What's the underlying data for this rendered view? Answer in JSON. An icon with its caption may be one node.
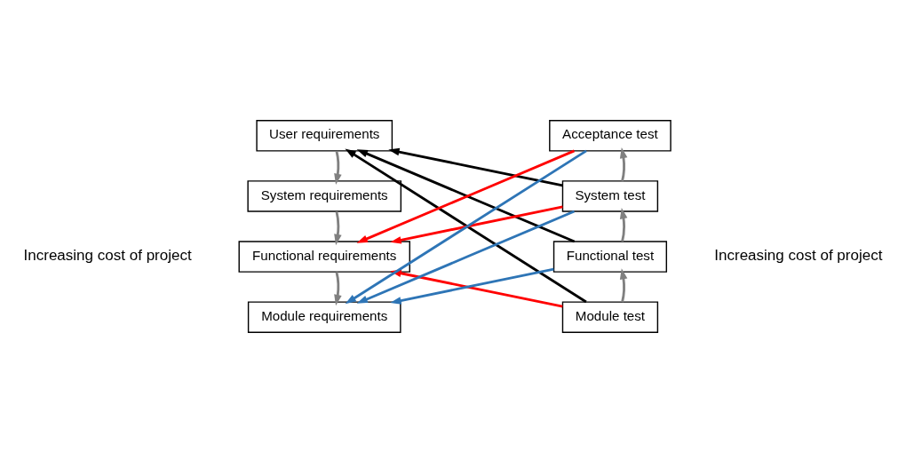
{
  "diagram": {
    "nodes": [
      {
        "text": [
          "User requirements"
        ]
      },
      {
        "text": [
          "System requirements"
        ]
      },
      {
        "text": [
          "Functional requirements"
        ]
      },
      {
        "text": [
          "Module requirements"
        ]
      },
      {
        "text": [
          "Module test"
        ]
      },
      {
        "text": [
          "Functional test"
        ]
      },
      {
        "text": [
          "System test"
        ]
      },
      {
        "text": [
          "Acceptance test"
        ]
      }
    ],
    "edges": [
      {
        "from": 0,
        "to": 1,
        "arrow": "to"
      },
      {
        "from": 1,
        "to": 2,
        "arrow": "to"
      },
      {
        "from": 2,
        "to": 3,
        "arrow": "to"
      },
      {
        "from": 4,
        "to": 5,
        "arrow": "to"
      },
      {
        "from": 5,
        "to": 6,
        "arrow": "to"
      },
      {
        "from": 6,
        "to": 7,
        "arrow": "to"
      },
      {
        "from": 6,
        "to": 0,
        "arrow": "to",
        "color": "#000000"
      },
      {
        "from": 5,
        "to": 0,
        "arrow": "to",
        "color": "#000000"
      },
      {
        "from": 4,
        "to": 0,
        "arrow": "to",
        "color": "#000000"
      },
      {
        "from": 7,
        "to": 2,
        "arrow": "to",
        "color": "#ff0000"
      },
      {
        "from": 6,
        "to": 2,
        "arrow": "to",
        "color": "#ff0000"
      },
      {
        "from": 4,
        "to": 2,
        "arrow": "to",
        "color": "#ff0000"
      },
      {
        "from": 7,
        "to": 3,
        "arrow": "to",
        "color": "#2e75b6"
      },
      {
        "from": 6,
        "to": 3,
        "arrow": "to",
        "color": "#2e75b6"
      },
      {
        "from": 5,
        "to": 3,
        "arrow": "to",
        "color": "#2e75b6"
      }
    ],
    "labels": [
      "Increasing cost of project",
      "Increasing cost of project"
    ]
  }
}
